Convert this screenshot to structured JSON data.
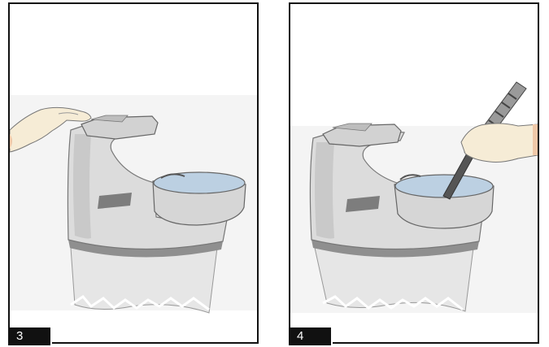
{
  "steps": [
    {
      "number": "3"
    },
    {
      "number": "4"
    }
  ],
  "colors": {
    "device_light": "#e3e3e3",
    "device_mid": "#c9c9c9",
    "device_dark": "#9d9d9d",
    "bowl_water": "#b8cce0",
    "glove": "#f6ecd6",
    "skin": "#f0c8a8",
    "outline": "#333333",
    "label_bg": "#111111"
  },
  "icons": [
    "hand-pressing-lid-illustration",
    "hand-cleaning-bowl-with-brush-illustration"
  ]
}
